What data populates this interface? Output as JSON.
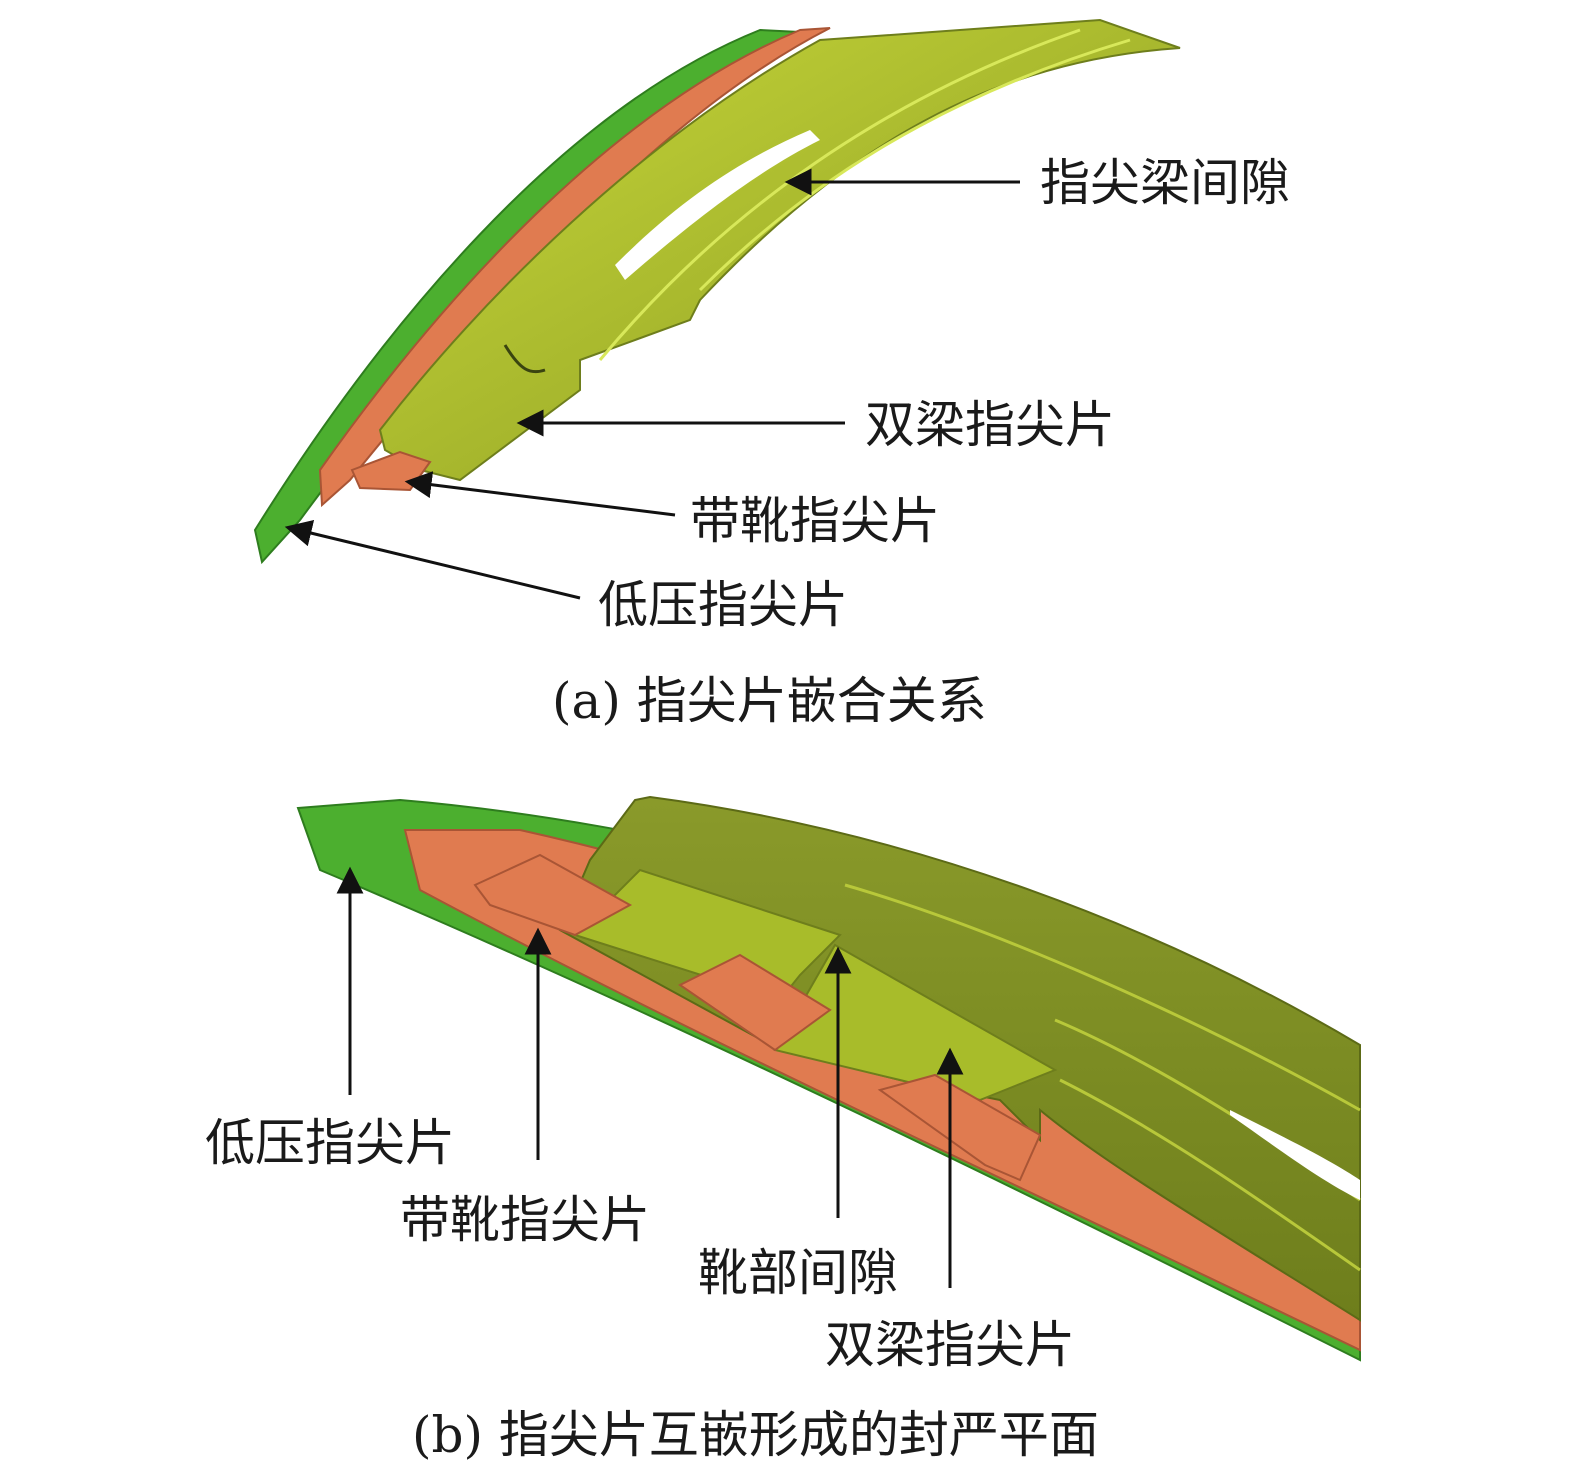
{
  "panel_a": {
    "labels": {
      "beam_gap": "指尖梁间隙",
      "double_beam": "双梁指尖片",
      "boot_tip": "带靴指尖片",
      "low_pressure": "低压指尖片"
    },
    "caption": "(a) 指尖片嵌合关系"
  },
  "panel_b": {
    "labels": {
      "low_pressure": "低压指尖片",
      "boot_tip": "带靴指尖片",
      "boot_gap": "靴部间隙",
      "double_beam": "双梁指尖片"
    },
    "caption": "(b) 指尖片互嵌形成的封严平面"
  },
  "colors": {
    "green": "#4caf2f",
    "dark_green": "#2e7d1e",
    "orange": "#e07b50",
    "dark_orange": "#a95535",
    "olive": "#a8b82a",
    "dark_olive": "#7a8a1e",
    "yellow_green": "#c8d83a"
  }
}
